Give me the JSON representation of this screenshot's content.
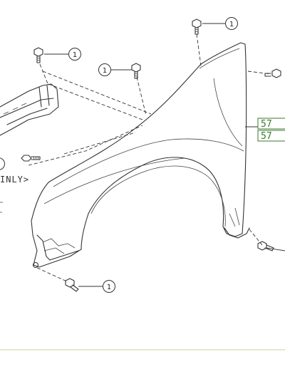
{
  "diagram": {
    "callout_number": "1",
    "part_label_1": "57",
    "part_label_2": "57",
    "note_text": "INLY>"
  },
  "colors": {
    "line": "#333333",
    "part_label": "#3a7a2a",
    "footer_rule": "#cccc99"
  }
}
